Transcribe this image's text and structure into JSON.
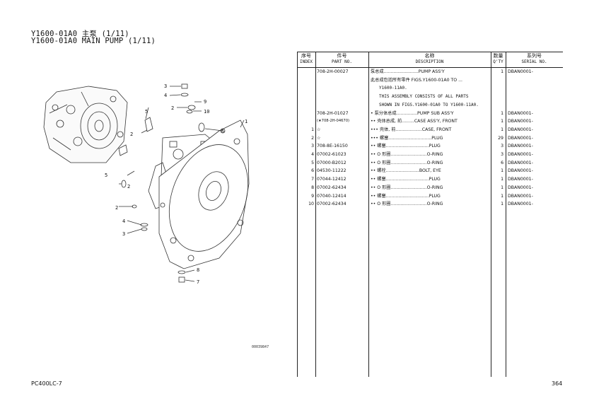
{
  "title": {
    "line1": "Y1600-01A0 主泵 (1/11)",
    "line2": "Y1600-01A0 MAIN PUMP (1/11)"
  },
  "footer": {
    "model": "PC400LC-7",
    "page": "364"
  },
  "drawing": {
    "drawing_number": "00039847",
    "callouts": [
      "1",
      "2",
      "2",
      "2",
      "3",
      "3",
      "4",
      "4",
      "5",
      "5",
      "6",
      "7",
      "8",
      "9",
      "10"
    ]
  },
  "table": {
    "headers": {
      "index_cn": "序号",
      "index_en": "INDEX",
      "part_cn": "件号",
      "part_en": "PART NO.",
      "desc_cn": "名称",
      "desc_en": "DESCRIPTION",
      "qty_cn": "数量",
      "qty_en": "Q'TY",
      "serial_cn": "系列号",
      "serial_en": "SERIAL NO."
    },
    "rows": [
      {
        "index": "",
        "part": "708-2H-00027",
        "desc": "泵总成.........................PUMP ASS'Y",
        "qty": "1",
        "serial": "DBAN0001-"
      },
      {
        "index": "",
        "part": "",
        "desc": "此总成包括所有零件 FIGS.Y1600-01A0 TO ...",
        "qty": "",
        "serial": ""
      },
      {
        "index": "",
        "part": "",
        "desc": "Y1600-11A0.",
        "qty": "",
        "serial": ""
      },
      {
        "index": "",
        "part": "",
        "desc": "THIS ASSEMBLY CONSISTS OF ALL PARTS",
        "qty": "",
        "serial": ""
      },
      {
        "index": "",
        "part": "",
        "desc": "SHOWN IN FIGS.Y1600-01A0 TO Y1600-11A0.",
        "qty": "",
        "serial": ""
      },
      {
        "index": "",
        "part": "708-2H-01027",
        "desc": "• 泵分体总成...............PUMP SUB ASS'Y",
        "qty": "1",
        "serial": "DBAN0001-"
      },
      {
        "index": "",
        "part": "(★708-2H-04670)",
        "desc": "•• 壳体总成, 前.........CASE ASS'Y, FRONT",
        "qty": "1",
        "serial": "DBAN0001-"
      },
      {
        "index": "1",
        "part": "☆",
        "desc": "••• 壳体, 前...................CASE, FRONT",
        "qty": "1",
        "serial": "DBAN0001-"
      },
      {
        "index": "2",
        "part": "☆",
        "desc": "••• 螺塞...............................PLUG",
        "qty": "29",
        "serial": "DBAN0001-"
      },
      {
        "index": "3",
        "part": "708-8E-16150",
        "desc": "•• 螺塞...............................PLUG",
        "qty": "3",
        "serial": "DBAN0001-"
      },
      {
        "index": "4",
        "part": "07002-61023",
        "desc": "•• O 形圈..........................O-RING",
        "qty": "3",
        "serial": "DBAN0001-"
      },
      {
        "index": "5",
        "part": "07000-B2012",
        "desc": "•• O 形圈..........................O-RING",
        "qty": "6",
        "serial": "DBAN0001-"
      },
      {
        "index": "6",
        "part": "04530-11222",
        "desc": "•• 螺栓........................BOLT, EYE",
        "qty": "1",
        "serial": "DBAN0001-"
      },
      {
        "index": "7",
        "part": "07044-12412",
        "desc": "•• 螺塞...............................PLUG",
        "qty": "1",
        "serial": "DBAN0001-"
      },
      {
        "index": "8",
        "part": "07002-62434",
        "desc": "•• O 形圈..........................O-RING",
        "qty": "1",
        "serial": "DBAN0001-"
      },
      {
        "index": "9",
        "part": "07040-12414",
        "desc": "•• 螺塞...............................PLUG",
        "qty": "1",
        "serial": "DBAN0001-"
      },
      {
        "index": "10",
        "part": "07002-62434",
        "desc": "•• O 形圈..........................O-RING",
        "qty": "1",
        "serial": "DBAN0001-"
      }
    ]
  }
}
